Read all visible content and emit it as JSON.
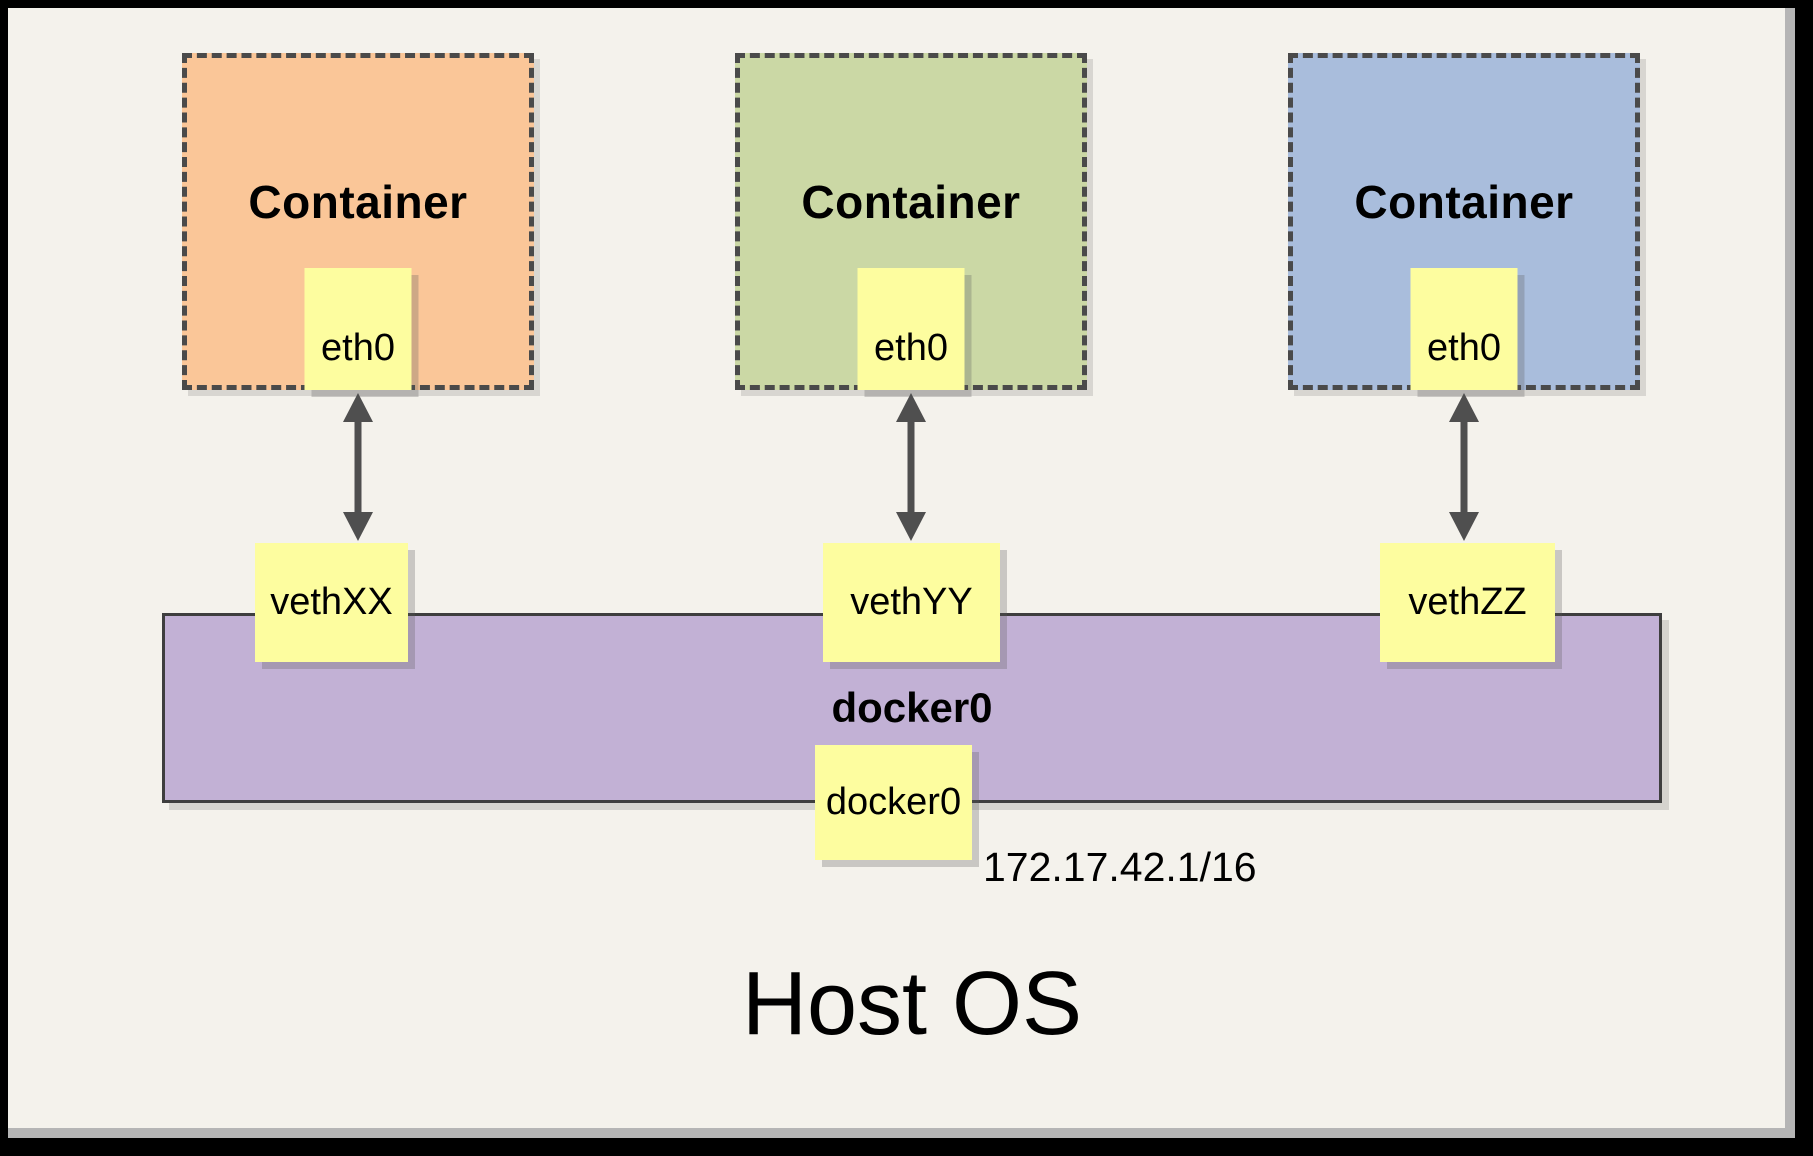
{
  "host": {
    "label": "Host OS"
  },
  "bridge": {
    "name": "docker0",
    "interface_label": "docker0",
    "ip_cidr": "172.17.42.1/16",
    "fill": "#C2B1D5"
  },
  "containers": [
    {
      "label": "Container",
      "interface_label": "eth0",
      "veth_label": "vethXX",
      "fill": "#FAC698"
    },
    {
      "label": "Container",
      "interface_label": "eth0",
      "veth_label": "vethYY",
      "fill": "#CBD8A5"
    },
    {
      "label": "Container",
      "interface_label": "eth0",
      "veth_label": "vethZZ",
      "fill": "#A9BDDC"
    }
  ],
  "colors": {
    "background": "#F4F2EC",
    "frame": "#000000",
    "canvas_edge": "#B5B5B5",
    "note_fill": "#FDFD9F",
    "dashed_border": "#4A4A4A",
    "bar_border": "#3E3E3E",
    "arrow": "#4F4F4F"
  }
}
